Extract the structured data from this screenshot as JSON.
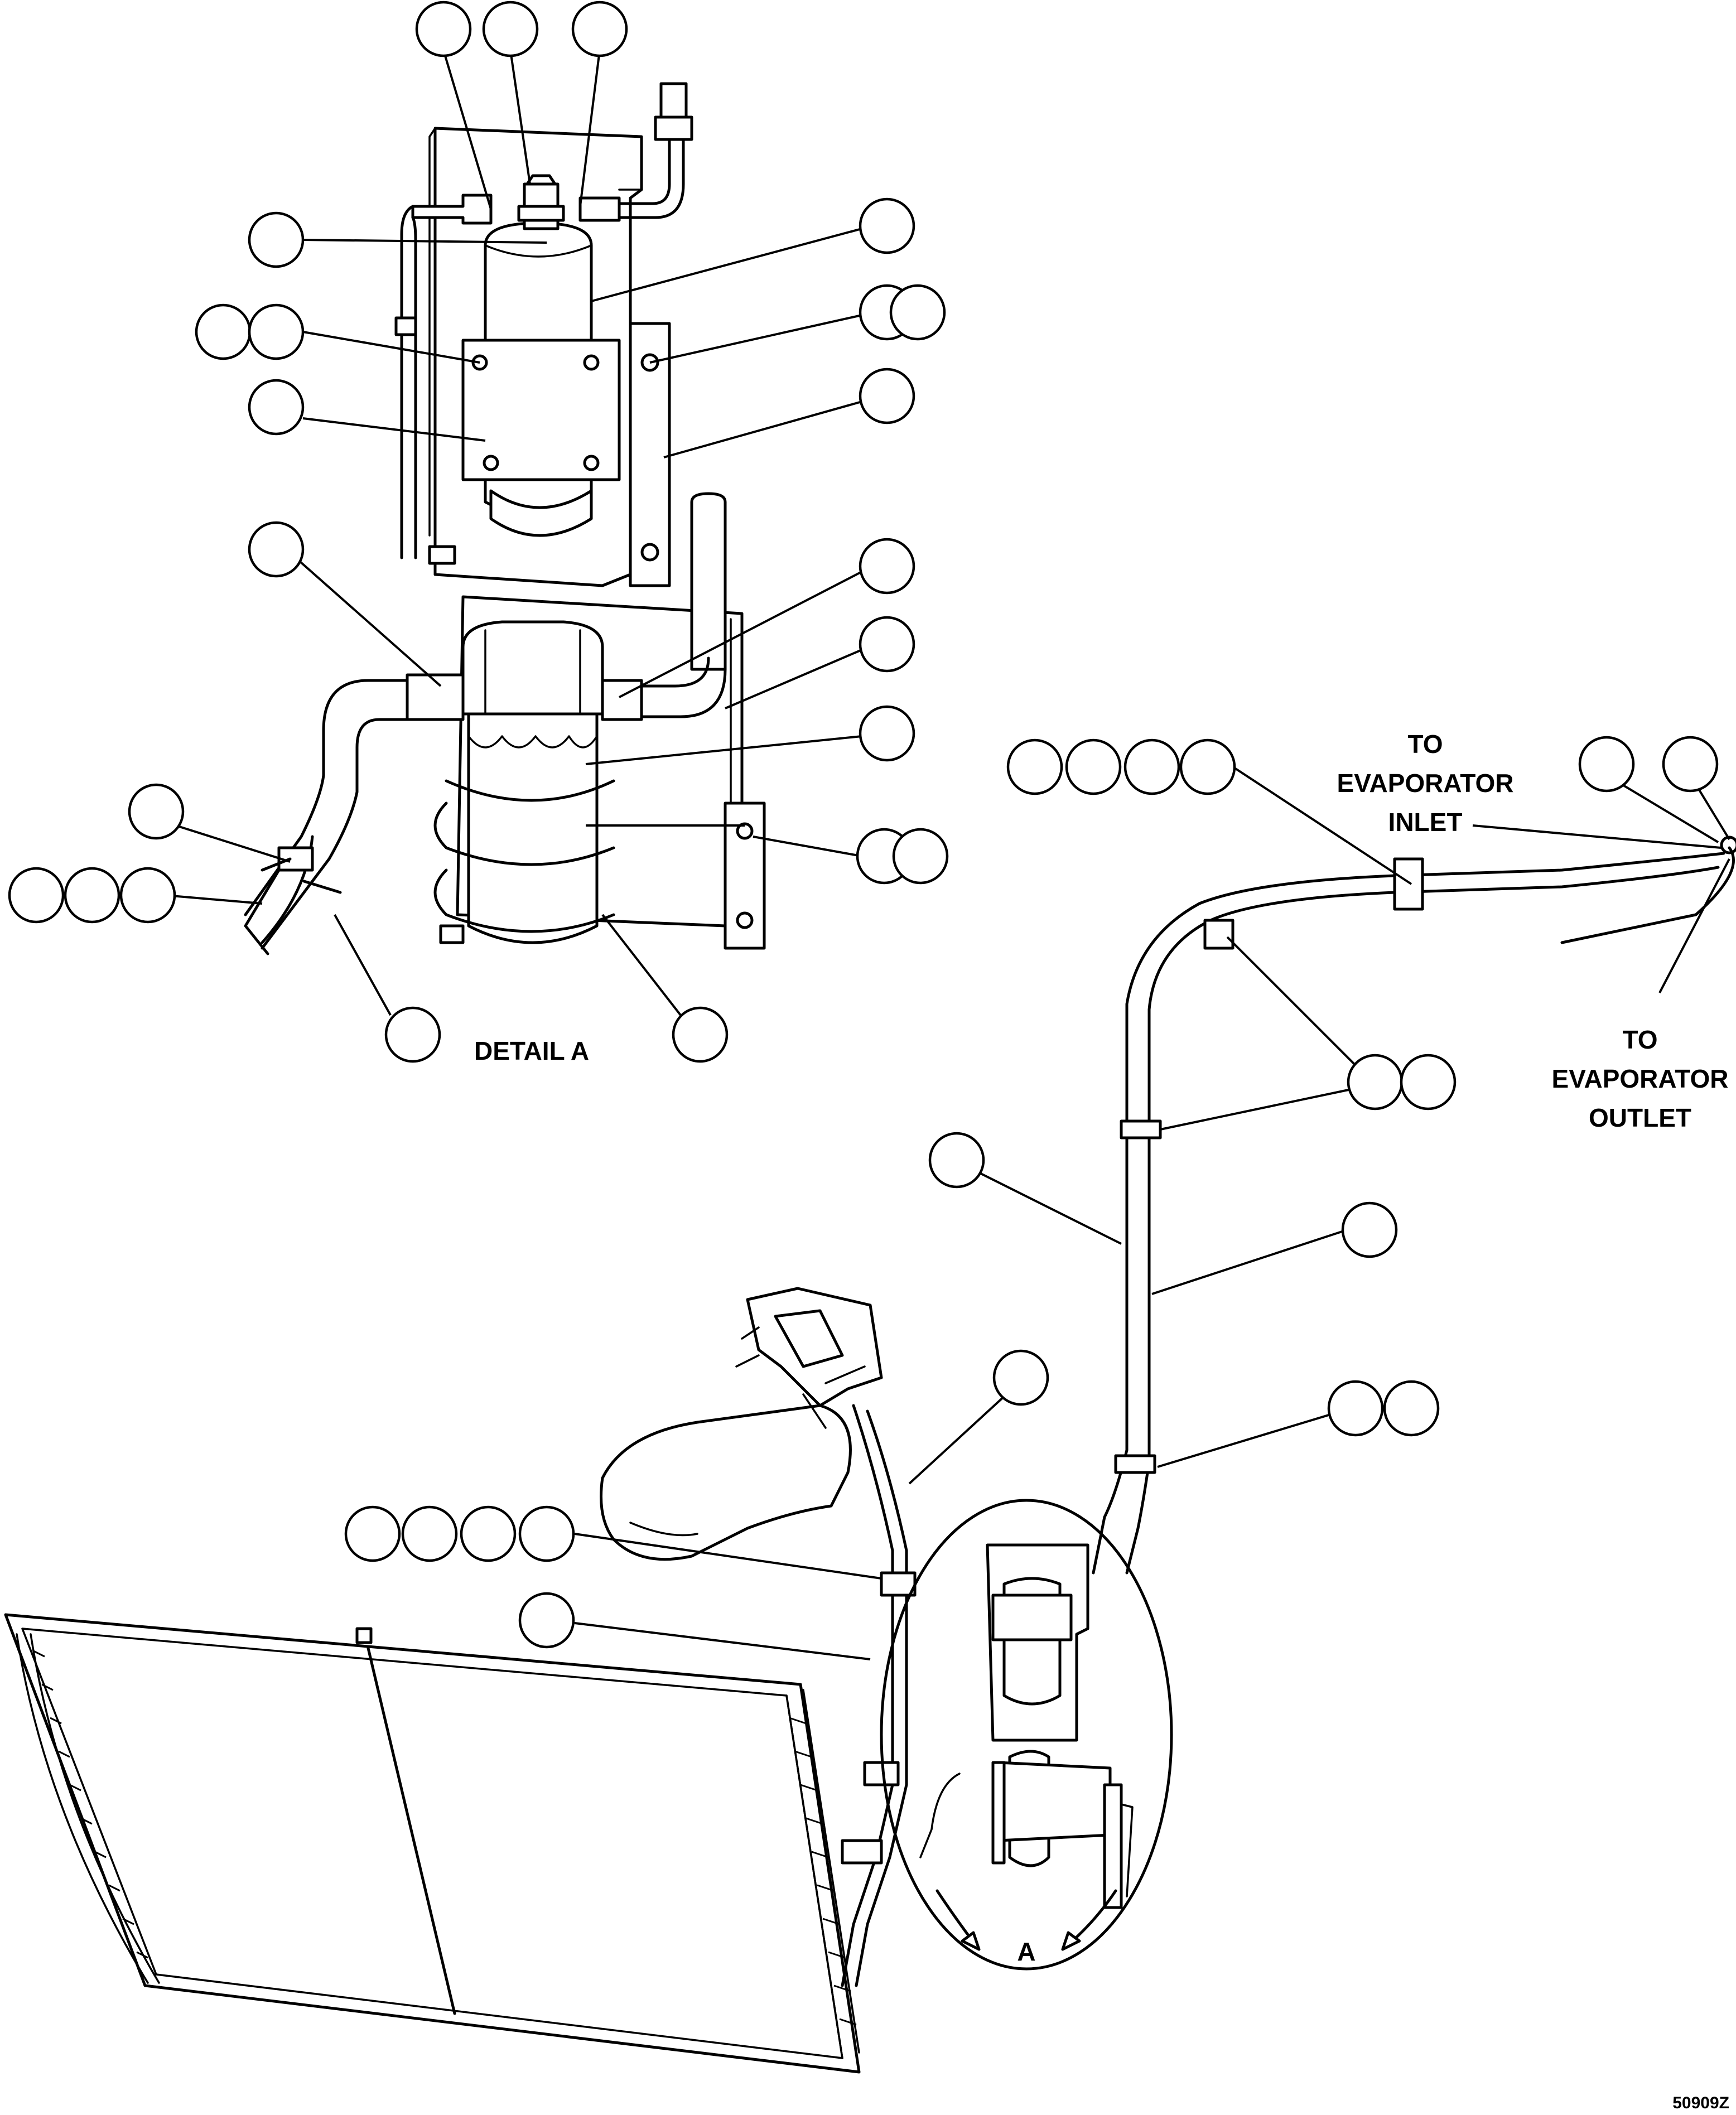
{
  "labels": {
    "detail_title": "DETAIL A",
    "view_marker": "A",
    "evap_inlet": [
      "TO",
      "EVAPORATOR",
      "INLET"
    ],
    "evap_outlet": [
      "TO",
      "EVAPORATOR",
      "OUTLET"
    ],
    "figure_number": "50909Z"
  }
}
